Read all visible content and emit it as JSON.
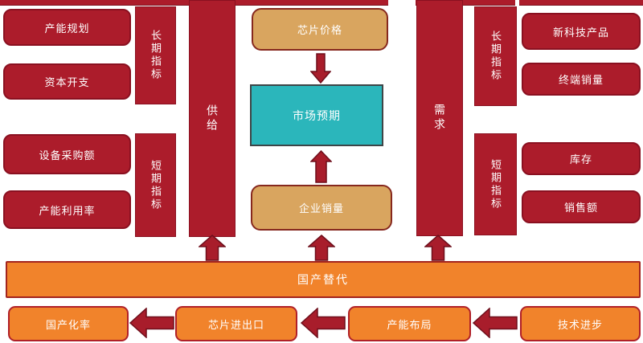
{
  "colors": {
    "crimson": "#AC1C2B",
    "crimson_border": "#8A1020",
    "tan": "#D9A55F",
    "teal": "#2BB6BB",
    "orange": "#F1832B",
    "arrow": "#A81D2B",
    "text": "#FFFFFF"
  },
  "supply_side": {
    "bar_label": "供给",
    "long_term_label": "长期指标",
    "short_term_label": "短期指标",
    "long_term_boxes": [
      "产能规划",
      "资本开支"
    ],
    "short_term_boxes": [
      "设备采购额",
      "产能利用率"
    ]
  },
  "demand_side": {
    "bar_label": "需求",
    "long_term_label": "长期指标",
    "short_term_label": "短期指标",
    "long_term_boxes": [
      "新科技产品",
      "终端销量"
    ],
    "short_term_boxes": [
      "库存",
      "销售额"
    ]
  },
  "center": {
    "chip_price": "芯片价格",
    "market_expectation": "市场预期",
    "enterprise_sales": "企业销量"
  },
  "bottom": {
    "domestic_substitution": "国产替代",
    "flow_boxes": [
      "国产化率",
      "芯片进出口",
      "产能布局",
      "技术进步"
    ]
  }
}
